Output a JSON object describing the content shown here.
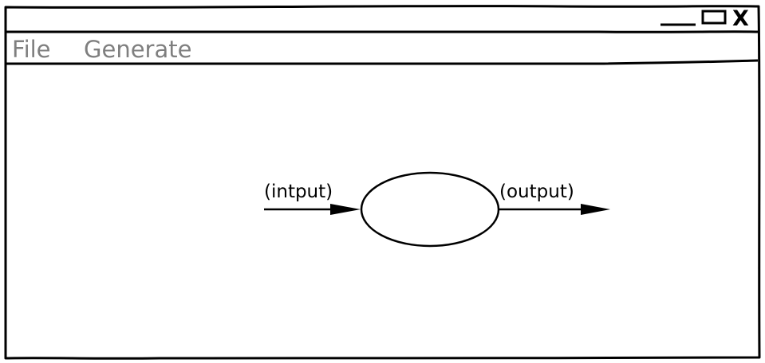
{
  "window": {
    "controls": {
      "minimize_icon": "minimize-icon",
      "maximize_icon": "maximize-icon",
      "close_icon": "close-icon",
      "close_glyph": "X"
    }
  },
  "menu": {
    "items": [
      {
        "label": "File"
      },
      {
        "label": "Generate"
      }
    ]
  },
  "diagram": {
    "input_label": "(intput)",
    "output_label": "(output)"
  },
  "colors": {
    "stroke": "#000000",
    "menu_text": "#7f7f7f",
    "background": "#ffffff"
  }
}
